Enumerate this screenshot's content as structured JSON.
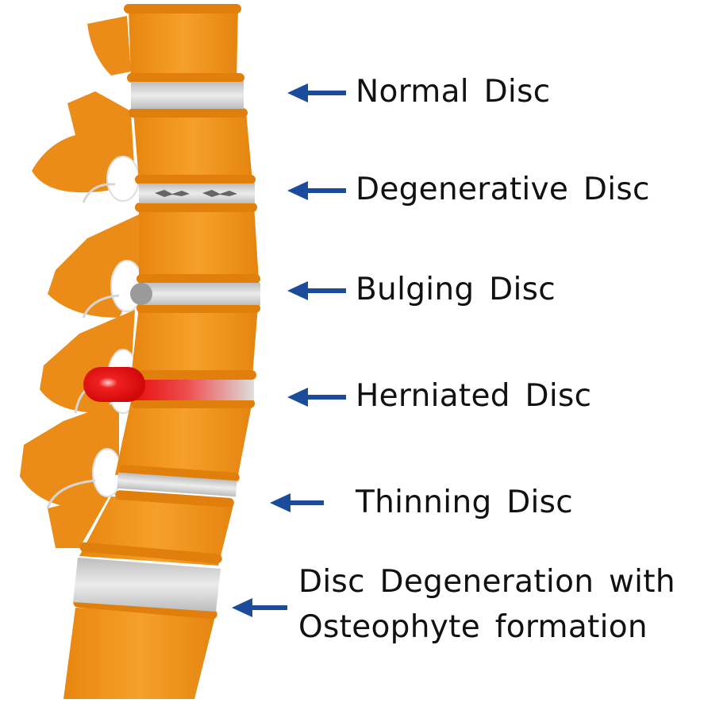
{
  "title": "Spine disc conditions",
  "colors": {
    "bone": "#f0921e",
    "bone_dark": "#d97a0c",
    "disc": "#d8d8d8",
    "hernia": "#e81010",
    "arrow": "#1b4c9c"
  },
  "labels": [
    {
      "id": "normal",
      "text": "Normal Disc"
    },
    {
      "id": "degenerative",
      "text": "Degenerative Disc"
    },
    {
      "id": "bulging",
      "text": "Bulging Disc"
    },
    {
      "id": "herniated",
      "text": "Herniated Disc"
    },
    {
      "id": "thinning",
      "text": "Thinning Disc"
    },
    {
      "id": "osteophyte",
      "line1": "Disc Degeneration with",
      "line2": "Osteophyte formation"
    }
  ]
}
